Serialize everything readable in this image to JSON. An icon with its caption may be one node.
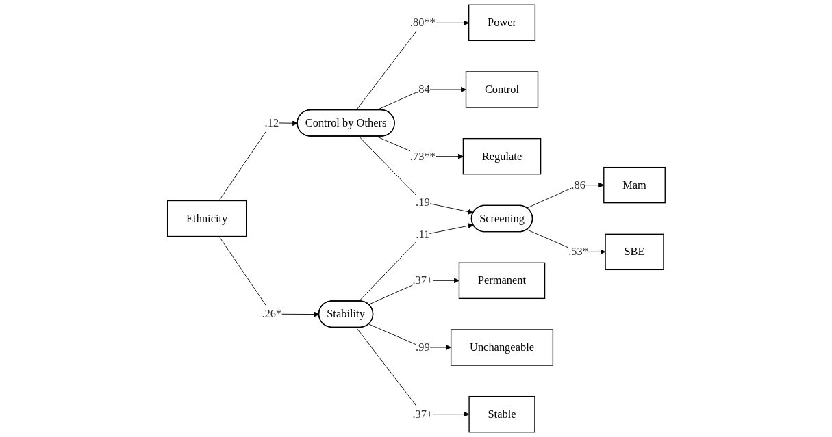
{
  "diagram": {
    "nodes": [
      {
        "text": [
          "Power"
        ]
      },
      {
        "text": [
          "Control"
        ]
      },
      {
        "text": [
          "Regulate"
        ]
      },
      {
        "text": [
          "Control by Others"
        ]
      },
      {
        "text": [
          "Mam"
        ]
      },
      {
        "text": [
          "Ethnicity"
        ]
      },
      {
        "text": [
          "Screening"
        ]
      },
      {
        "text": [
          "SBE"
        ]
      },
      {
        "text": [
          "Stability"
        ]
      },
      {
        "text": [
          "Permanent"
        ]
      },
      {
        "text": [
          "Unchangeable"
        ]
      },
      {
        "text": [
          "Stable"
        ]
      }
    ],
    "edges": [
      {
        "from": 3,
        "to": 1,
        "arrow": "to",
        "label": ".84"
      },
      {
        "from": 3,
        "to": 0,
        "arrow": "to",
        "label": ".80**"
      },
      {
        "from": 3,
        "to": 2,
        "arrow": "to",
        "label": ".73**"
      },
      {
        "from": 5,
        "to": 3,
        "arrow": "to",
        "label": ".12"
      },
      {
        "from": 5,
        "to": 8,
        "arrow": "to",
        "label": ".26*"
      },
      {
        "from": 3,
        "to": 6,
        "arrow": "to",
        "label": ".19"
      },
      {
        "from": 8,
        "to": 6,
        "arrow": "to",
        "label": ".11"
      },
      {
        "from": 6,
        "to": 4,
        "arrow": "to",
        "label": ".86"
      },
      {
        "from": 6,
        "to": 7,
        "arrow": "to",
        "label": ".53*"
      },
      {
        "from": 8,
        "to": 9,
        "arrow": "to",
        "label": ".37+"
      },
      {
        "from": 8,
        "to": 11,
        "arrow": "to",
        "label": ".37+"
      },
      {
        "from": 8,
        "to": 10,
        "arrow": "to",
        "label": ".99"
      }
    ]
  }
}
